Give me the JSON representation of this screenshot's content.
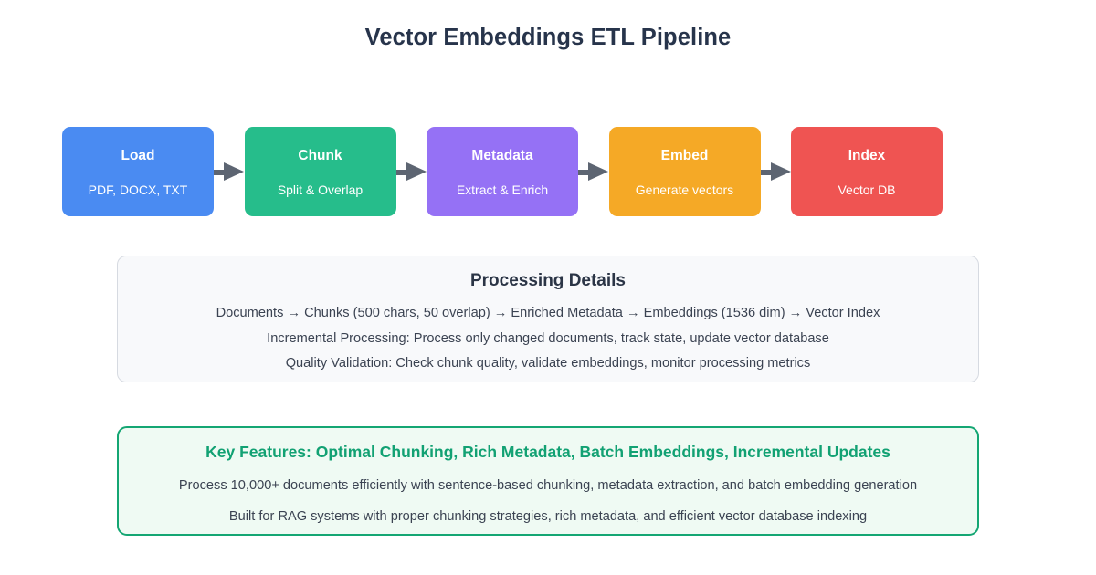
{
  "header": {
    "title": "Vector Embeddings ETL Pipeline",
    "title_color": "#27344b"
  },
  "pipeline": {
    "arrow_icon": "arrow-right-icon",
    "arrow_color": "#5d6572",
    "stages": [
      {
        "title": "Load",
        "subtitle": "PDF, DOCX, TXT",
        "color": "#4a8bf2"
      },
      {
        "title": "Chunk",
        "subtitle": "Split & Overlap",
        "color": "#26bd8b"
      },
      {
        "title": "Metadata",
        "subtitle": "Extract & Enrich",
        "color": "#9571f5"
      },
      {
        "title": "Embed",
        "subtitle": "Generate vectors",
        "color": "#f5a926"
      },
      {
        "title": "Index",
        "subtitle": "Vector DB",
        "color": "#ef5452"
      }
    ]
  },
  "details": {
    "title": "Processing Details",
    "background": "#f8f9fb",
    "border_color": "#d6dae1",
    "lines": [
      "Documents → Chunks (500 chars, 50 overlap) → Enriched Metadata → Embeddings (1536 dim) → Vector Index",
      "Incremental Processing: Process only changed documents, track state, update vector database",
      "Quality Validation: Check chunk quality, validate embeddings, monitor processing metrics"
    ]
  },
  "features": {
    "title": "Key Features: Optimal Chunking, Rich Metadata, Batch Embeddings, Incremental Updates",
    "title_color": "#12a173",
    "background": "#effaf3",
    "border_color": "#14a673",
    "lines": [
      "Process 10,000+ documents efficiently with sentence-based chunking, metadata extraction, and batch embedding generation",
      "Built for RAG systems with proper chunking strategies, rich metadata, and efficient vector database indexing"
    ]
  }
}
